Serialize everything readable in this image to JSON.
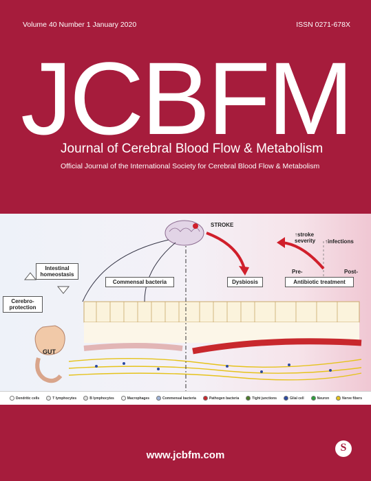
{
  "cover": {
    "issue_info": "Volume 40  Number 1  January 2020",
    "issn": "ISSN 0271-678X",
    "masthead": "JCBFM",
    "journal_title": "Journal of Cerebral Blood Flow & Metabolism",
    "official_line": "Official Journal of the International Society for Cerebral Blood Flow & Metabolism",
    "website": "www.jcbfm.com",
    "publisher_logo": "S"
  },
  "figure": {
    "stroke": "STROKE",
    "intestinal": "Intestinal homeostasis",
    "cerebro": "Cerebro-protection",
    "commensal": "Commensal bacteria",
    "dysbiosis": "Dysbiosis",
    "stroke_severity": "↑stroke severity",
    "infections": "↑infections",
    "pre": "Pre-",
    "post": "Post-",
    "antibiotic": "Antibiotic treatment",
    "gut": "GUT",
    "legend": [
      "Dendritic cells",
      "T lymphocytes",
      "B lymphocytes",
      "Macrophages",
      "Commensal bacteria",
      "Pathogen bacteria",
      "Tight junctions",
      "Glial cell",
      "Neuron",
      "Nerve fibers"
    ]
  }
}
